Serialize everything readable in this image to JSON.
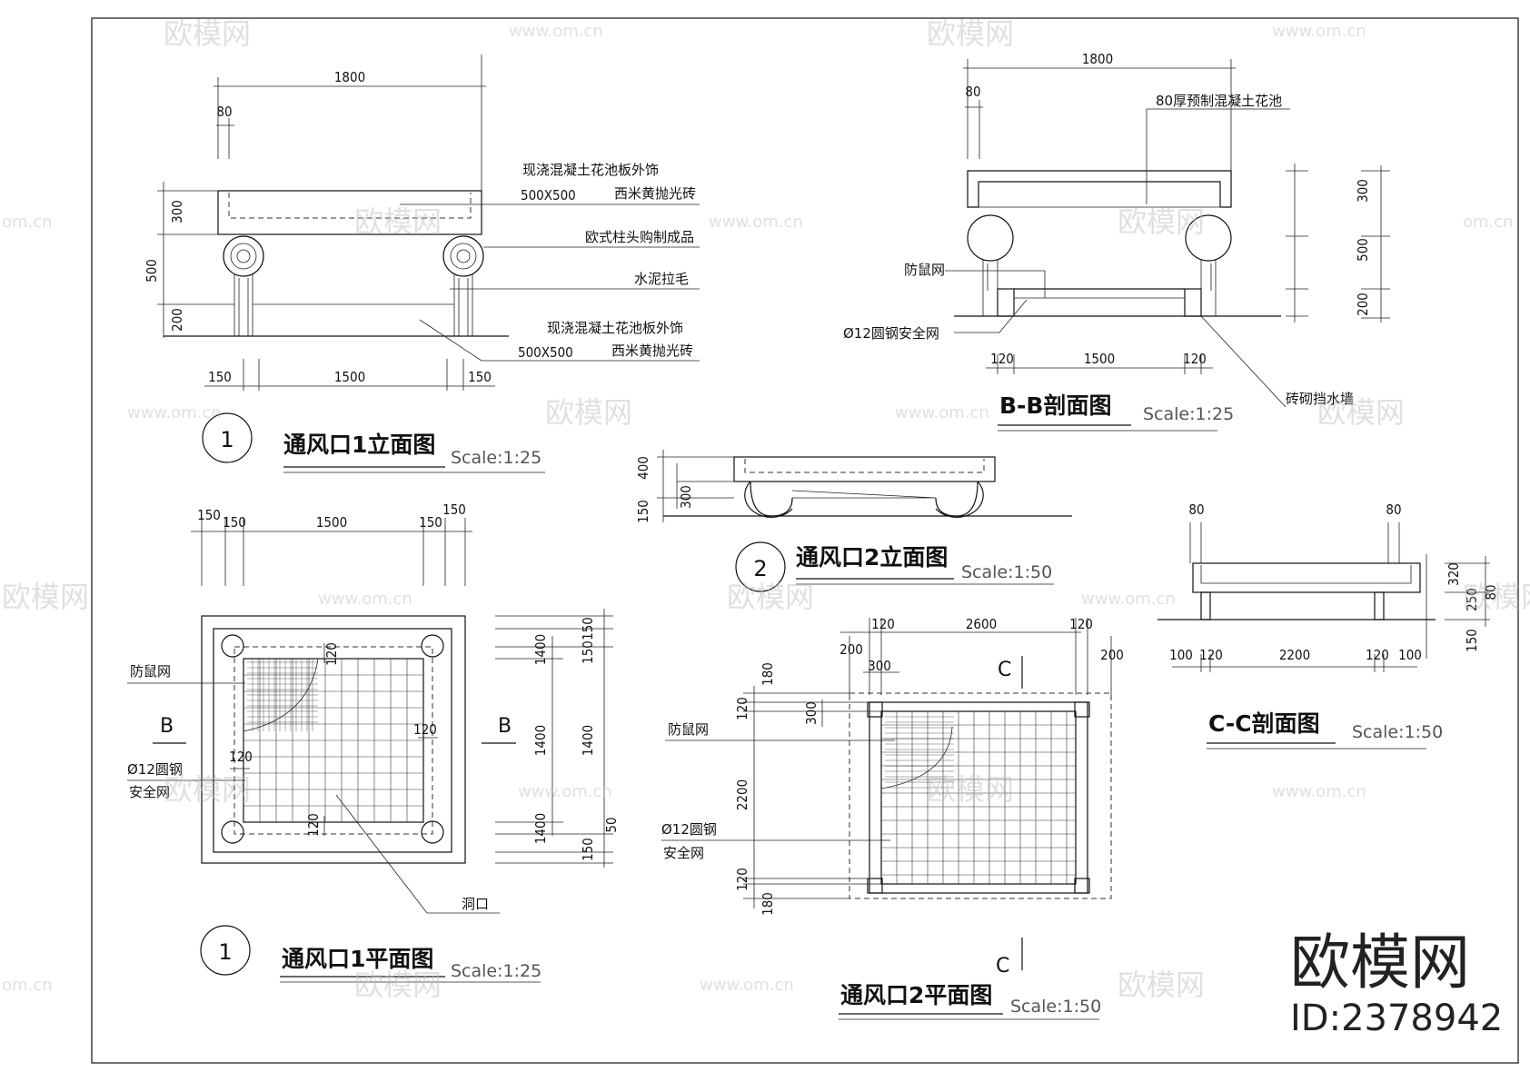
{
  "drawings": {
    "elev1": {
      "title": "通风口1立面图",
      "number": "1",
      "scale": "Scale:1:25",
      "dims": {
        "w": "1800",
        "off": "80",
        "h1": "300",
        "h2": "500",
        "h3": "200",
        "b1": "150",
        "b2": "1500",
        "b3": "150"
      },
      "notes": {
        "n1": "现浇混凝土花池板外饰",
        "n1b": "500X500",
        "n1c": "西米黄抛光砖",
        "n2": "欧式柱头购制成品",
        "n3": "水泥拉毛",
        "n4": "现浇混凝土花池板外饰",
        "n4b": "500X500",
        "n4c": "西米黄抛光砖"
      }
    },
    "bb": {
      "title": "B-B剖面图",
      "scale": "Scale:1:25",
      "dims": {
        "w": "1800",
        "off": "80",
        "v1": "300",
        "v2": "500",
        "v3": "200",
        "b1": "120",
        "b2": "1500",
        "b3": "120"
      },
      "notes": {
        "n1": "80厚预制混凝土花池",
        "n2": "防鼠网",
        "n3": "Ø12圆钢安全网",
        "n4": "砖砌挡水墙"
      }
    },
    "plan1": {
      "title": "通风口1平面图",
      "number": "1",
      "scale": "Scale:1:25",
      "dims": {
        "t1": "150",
        "t2": "150",
        "t3": "1500",
        "t4": "150",
        "t5": "150",
        "r1": "150",
        "r2": "150",
        "r3": "1400",
        "r4": "1400",
        "r5": "1400",
        "r6": "50",
        "r7": "150",
        "r8": "1400",
        "i1": "120",
        "i2": "120",
        "i3": "120",
        "i4": "120"
      },
      "notes": {
        "n1": "防鼠网",
        "n2": "Ø12圆钢",
        "n3": "安全网",
        "n4": "洞口",
        "sec_l": "B",
        "sec_r": "B"
      }
    },
    "elev2": {
      "title": "通风口2立面图",
      "number": "2",
      "scale": "Scale:1:50",
      "dims": {
        "v1": "400",
        "v2": "300",
        "v3": "150"
      }
    },
    "cc": {
      "title": "C-C剖面图",
      "scale": "Scale:1:50",
      "dims": {
        "t1": "80",
        "t2": "80",
        "v1": "320",
        "v2": "250",
        "v3": "80",
        "v4": "150",
        "b1": "100",
        "b2": "120",
        "b3": "2200",
        "b4": "120",
        "b5": "100"
      }
    },
    "plan2": {
      "title": "通风口2平面图",
      "scale": "Scale:1:50",
      "dims": {
        "t1": "120",
        "t2": "2600",
        "t3": "120",
        "t4": "200",
        "t5": "300",
        "t6": "200",
        "l1": "180",
        "l2": "120",
        "l3": "300",
        "l4": "2200",
        "l5": "120",
        "l6": "180"
      },
      "notes": {
        "n1": "防鼠网",
        "n2": "Ø12圆钢",
        "n3": "安全网",
        "sec_t": "C",
        "sec_b": "C"
      }
    }
  },
  "watermark": {
    "brand": "欧模网",
    "url": "www.om.cn",
    "short": "om.cn"
  },
  "brand_block": {
    "name": "欧模网",
    "id": "ID:2378942"
  }
}
